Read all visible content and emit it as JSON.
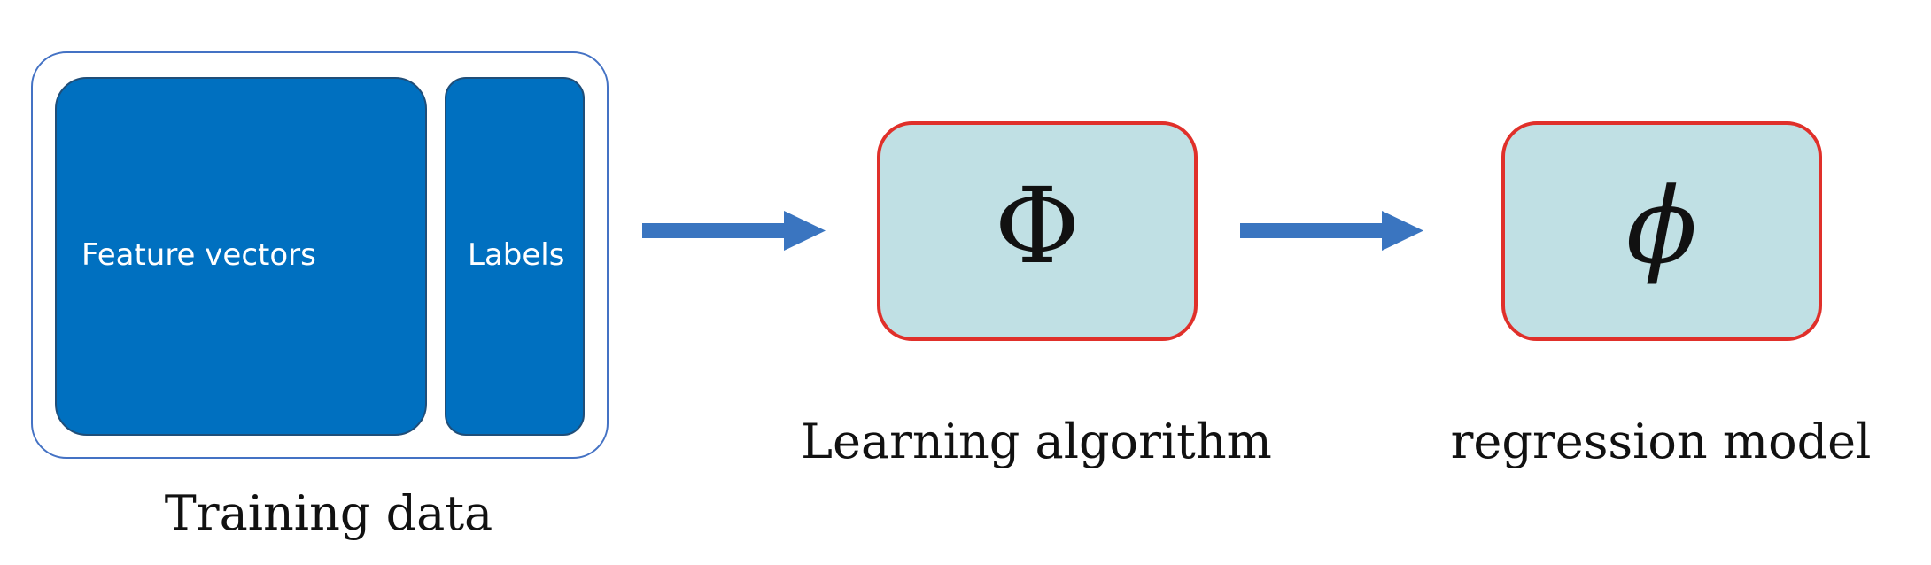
{
  "training_data": {
    "feature_label": "Feature vectors",
    "labels_label": "Labels",
    "caption": "Training data"
  },
  "learning_algorithm": {
    "symbol": "Φ",
    "caption": "Learning algorithm"
  },
  "regression_model": {
    "symbol": "ϕ",
    "caption": "regression model"
  },
  "colors": {
    "data_block": "#0070c0",
    "outline_blue": "#4472c4",
    "node_fill": "#c0e0e4",
    "node_border": "#e0302a",
    "arrow": "#3a75c0"
  }
}
